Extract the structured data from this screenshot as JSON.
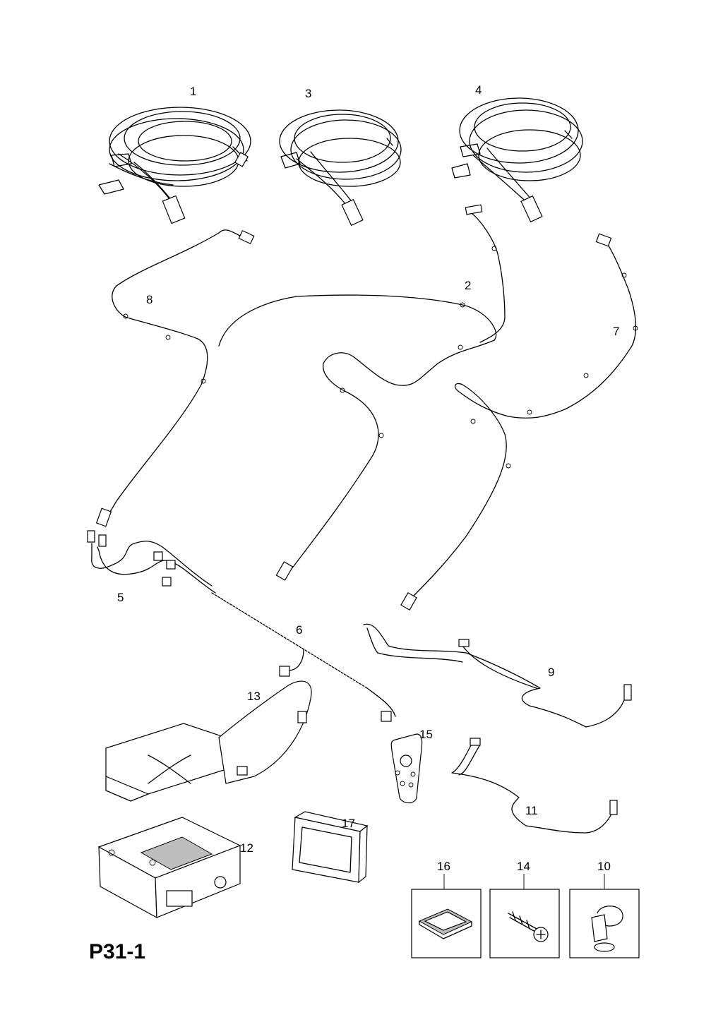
{
  "page_code": "P31-1",
  "callouts": [
    {
      "id": "1",
      "label": "1"
    },
    {
      "id": "3",
      "label": "3"
    },
    {
      "id": "4",
      "label": "4"
    },
    {
      "id": "2",
      "label": "2"
    },
    {
      "id": "8",
      "label": "8"
    },
    {
      "id": "7",
      "label": "7"
    },
    {
      "id": "5",
      "label": "5"
    },
    {
      "id": "6",
      "label": "6"
    },
    {
      "id": "9",
      "label": "9"
    },
    {
      "id": "13",
      "label": "13"
    },
    {
      "id": "15",
      "label": "15"
    },
    {
      "id": "11",
      "label": "11"
    },
    {
      "id": "17",
      "label": "17"
    },
    {
      "id": "12",
      "label": "12"
    },
    {
      "id": "16",
      "label": "16"
    },
    {
      "id": "14",
      "label": "14"
    },
    {
      "id": "10",
      "label": "10"
    }
  ]
}
